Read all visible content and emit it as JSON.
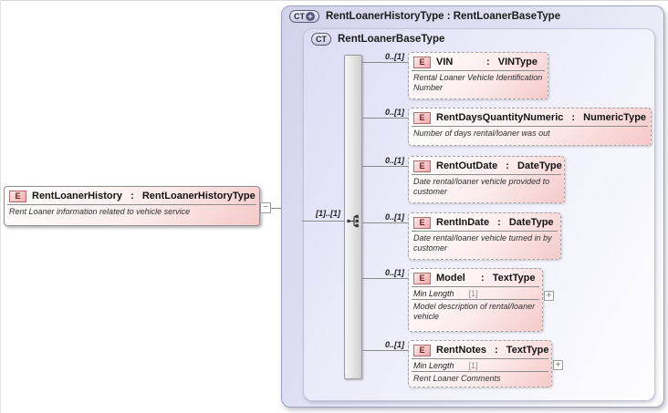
{
  "diagram": {
    "type_separator": " : ",
    "root_element": {
      "icon": "E",
      "name": "RentLoanerHistory",
      "type": "RentLoanerHistoryType",
      "annotation": "Rent Loaner information related to vehicle service",
      "collapse_glyph": "−"
    },
    "outer_container": {
      "badge": "CT",
      "badge_plus": "+",
      "title": "RentLoanerHistoryType : RentLoanerBaseType"
    },
    "inner_container": {
      "badge": "CT",
      "title": "RentLoanerBaseType"
    },
    "sequence": {
      "cardinality": "[1]..[1]"
    },
    "elements": [
      {
        "icon": "E",
        "name": "VIN",
        "type": "VINType",
        "cardinality": "0..[1]",
        "annotation": "Rental Loaner Vehicle Identification Number"
      },
      {
        "icon": "E",
        "name": "RentDaysQuantityNumeric",
        "type": "NumericType",
        "cardinality": "0..[1]",
        "annotation": "Number of days rental/loaner was out"
      },
      {
        "icon": "E",
        "name": "RentOutDate",
        "type": "DateType",
        "cardinality": "0..[1]",
        "annotation": "Date rental/loaner vehicle provided to customer"
      },
      {
        "icon": "E",
        "name": "RentInDate",
        "type": "DateType",
        "cardinality": "0..[1]",
        "annotation": "Date rental/loaner vehicle turned in by customer"
      },
      {
        "icon": "E",
        "name": "Model",
        "type": "TextType",
        "cardinality": "0..[1]",
        "facet_label": "Min Length",
        "facet_value": "[1]",
        "annotation": "Model description of rental/loaner vehicle",
        "expand_glyph": "+"
      },
      {
        "icon": "E",
        "name": "RentNotes",
        "type": "TextType",
        "cardinality": "0..[1]",
        "facet_label": "Min Length",
        "facet_value": "[1]",
        "annotation": "Rent Loaner Comments",
        "expand_glyph": "+"
      }
    ],
    "colors": {
      "container_lavender": "#d2d2ec",
      "element_pink": "#f5c9c9",
      "element_icon_red": "#6e2020",
      "border_gray": "#9a9a9a"
    }
  }
}
